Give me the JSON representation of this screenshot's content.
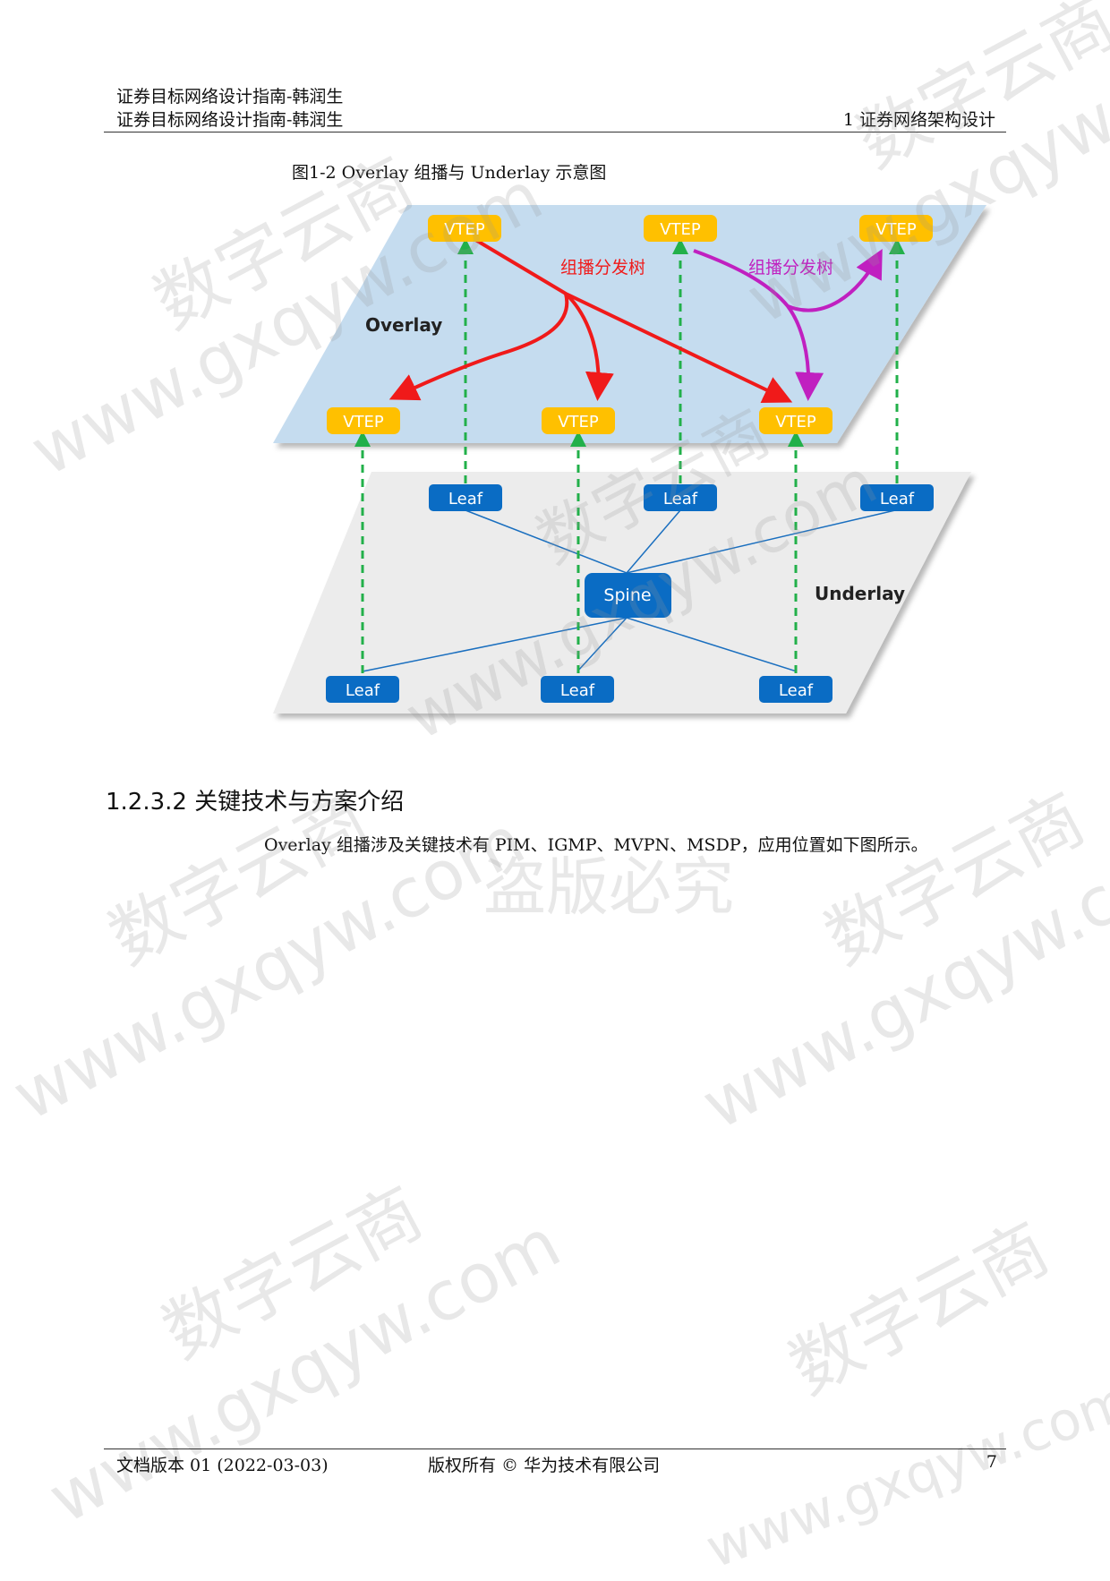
{
  "header": {
    "doc_title_line1": "证券目标网络设计指南-韩润生",
    "doc_title_line2": "证券目标网络设计指南-韩润生",
    "chapter": "1  证券网络架构设计"
  },
  "figure": {
    "caption": "图1-2  Overlay 组播与 Underlay 示意图",
    "overlay_label": "Overlay",
    "underlay_label": "Underlay",
    "tree_label_red": "组播分发树",
    "tree_label_purple": "组播分发树",
    "vtep_label": "VTEP",
    "leaf_label": "Leaf",
    "spine_label": "Spine",
    "colors": {
      "overlay_plane": "#c5dcef",
      "underlay_plane": "#ececec",
      "vtep": "#ffc000",
      "leaf": "#0a6cc4",
      "red_tree": "#f01a1a",
      "purple_tree": "#c020c0",
      "dashed": "#22b04a"
    }
  },
  "section": {
    "number_title": "1.2.3.2 关键技术与方案介绍",
    "paragraph": "Overlay 组播涉及关键技术有 PIM、IGMP、MVPN、MSDP，应用位置如下图所示。"
  },
  "watermarks": {
    "brand": "数字云商",
    "url": "www.gxqyw.com",
    "piracy": "盗版必究"
  },
  "footer": {
    "version": "文档版本 01 (2022-03-03)",
    "copyright": "版权所有 © 华为技术有限公司",
    "page": "7"
  }
}
